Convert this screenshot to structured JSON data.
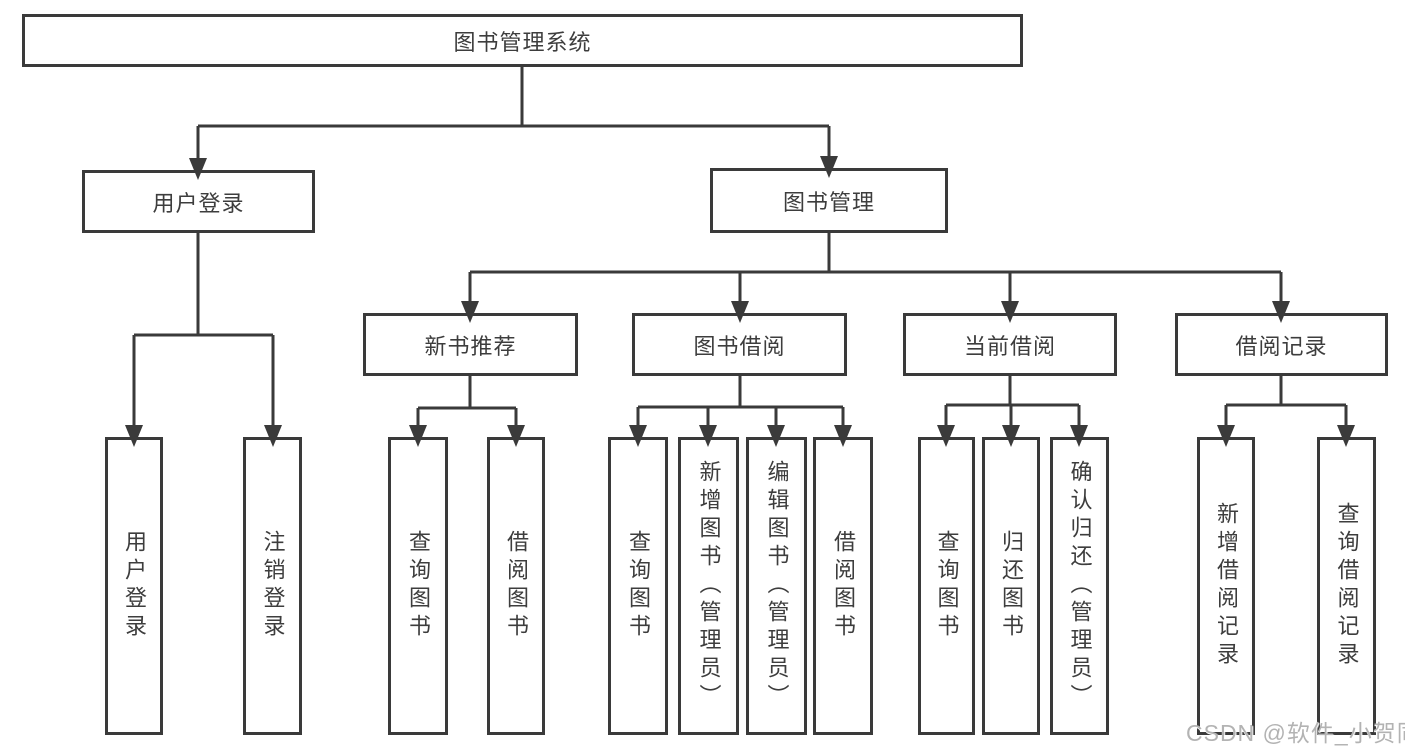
{
  "diagram": {
    "root": "图书管理系统",
    "user_branch": {
      "label": "用户登录",
      "children": [
        {
          "label": "用户登录"
        },
        {
          "label": "注销登录"
        }
      ]
    },
    "book_branch": {
      "label": "图书管理",
      "sections": [
        {
          "label": "新书推荐",
          "children": [
            {
              "label": "查询图书"
            },
            {
              "label": "借阅图书"
            }
          ]
        },
        {
          "label": "图书借阅",
          "children": [
            {
              "label": "查询图书"
            },
            {
              "label": "新增图书（管理员）"
            },
            {
              "label": "编辑图书（管理员）"
            },
            {
              "label": "借阅图书"
            }
          ]
        },
        {
          "label": "当前借阅",
          "children": [
            {
              "label": "查询图书"
            },
            {
              "label": "归还图书"
            },
            {
              "label": "确认归还（管理员）"
            }
          ]
        },
        {
          "label": "借阅记录",
          "children": [
            {
              "label": "新增借阅记录"
            },
            {
              "label": "查询借阅记录"
            }
          ]
        }
      ]
    },
    "watermark": "CSDN @软件_小贺同学",
    "colors": {
      "line": "#3a3a3a",
      "box_border": "#3a3a3a",
      "text": "#3d3d3d",
      "watermark": "#b3b3b3",
      "background": "#ffffff"
    }
  }
}
